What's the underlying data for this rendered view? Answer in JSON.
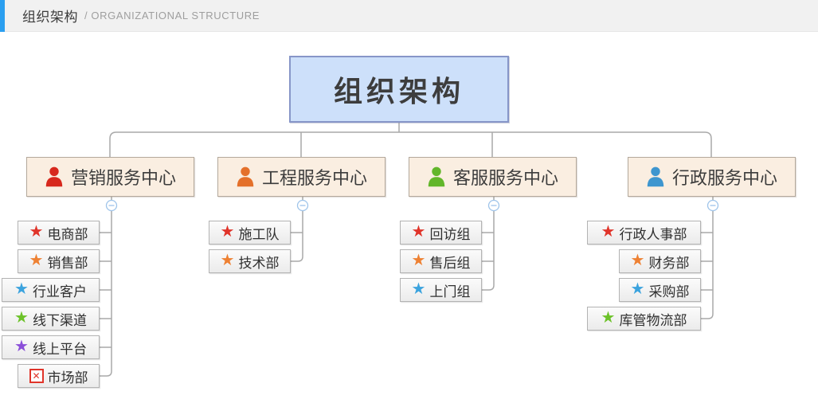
{
  "header": {
    "title": "组织架构",
    "subtitle": "/ ORGANIZATIONAL STRUCTURE"
  },
  "chart": {
    "root": {
      "label": "组织架构"
    },
    "collapse_glyph": "−",
    "branches": [
      {
        "label": "营销服务中心",
        "icon": "person-icon",
        "icon_color": "#d7281d",
        "children": [
          {
            "label": "电商部",
            "icon": "star-icon",
            "icon_color": "#e0342a"
          },
          {
            "label": "销售部",
            "icon": "star-icon",
            "icon_color": "#ee8133"
          },
          {
            "label": "行业客户",
            "icon": "star-icon",
            "icon_color": "#3ba3de"
          },
          {
            "label": "线下渠道",
            "icon": "star-icon",
            "icon_color": "#6cc229"
          },
          {
            "label": "线上平台",
            "icon": "star-icon",
            "icon_color": "#8b4fd9"
          },
          {
            "label": "市场部",
            "icon": "broken-image-icon",
            "icon_color": "#e0342a"
          }
        ]
      },
      {
        "label": "工程服务中心",
        "icon": "person-icon",
        "icon_color": "#e4702a",
        "children": [
          {
            "label": "施工队",
            "icon": "star-icon",
            "icon_color": "#e0342a"
          },
          {
            "label": "技术部",
            "icon": "star-icon",
            "icon_color": "#ee8133"
          }
        ]
      },
      {
        "label": "客服服务中心",
        "icon": "person-icon",
        "icon_color": "#62b62a",
        "children": [
          {
            "label": "回访组",
            "icon": "star-icon",
            "icon_color": "#e0342a"
          },
          {
            "label": "售后组",
            "icon": "star-icon",
            "icon_color": "#ee8133"
          },
          {
            "label": "上门组",
            "icon": "star-icon",
            "icon_color": "#3ba3de"
          }
        ]
      },
      {
        "label": "行政服务中心",
        "icon": "person-icon",
        "icon_color": "#3e96cf",
        "children": [
          {
            "label": "行政人事部",
            "icon": "star-icon",
            "icon_color": "#e0342a"
          },
          {
            "label": "财务部",
            "icon": "star-icon",
            "icon_color": "#ee8133"
          },
          {
            "label": "采购部",
            "icon": "star-icon",
            "icon_color": "#3ba3de"
          },
          {
            "label": "库管物流部",
            "icon": "star-icon",
            "icon_color": "#6cc229"
          }
        ]
      }
    ]
  },
  "colors": {
    "accent": "#2b9ff0",
    "root_bg": "#cde0fa",
    "root_border": "#8796c8",
    "branch_bg": "#faeee1",
    "branch_border": "#b3a89b",
    "leaf_border": "#b3b3b3",
    "connector": "#a9a9a9",
    "collapse": "#9fc4ea"
  }
}
